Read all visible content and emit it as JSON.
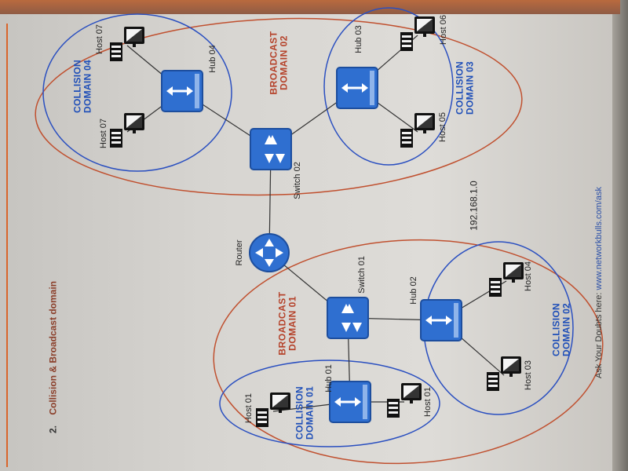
{
  "section": {
    "number": "2.",
    "title": "Collision & Broadcast domain"
  },
  "footer": {
    "prefix": "Ask Your Doubts here: ",
    "url": "www.networkbulls.com/ask"
  },
  "network": "192.168.1.0",
  "router": {
    "label": "Router"
  },
  "switches": [
    {
      "id": "switch-01",
      "label": "Switch 01"
    },
    {
      "id": "switch-02",
      "label": "Switch 02"
    }
  ],
  "hubs": [
    {
      "id": "hub-01",
      "label": "Hub 01"
    },
    {
      "id": "hub-02",
      "label": "Hub 02"
    },
    {
      "id": "hub-03",
      "label": "Hub 03"
    },
    {
      "id": "hub-04",
      "label": "Hub 04"
    }
  ],
  "hosts": [
    {
      "id": "host-01-a",
      "label": "Host 01"
    },
    {
      "id": "host-01-b",
      "label": "Host 01"
    },
    {
      "id": "host-03",
      "label": "Host 03"
    },
    {
      "id": "host-04",
      "label": "Host 04"
    },
    {
      "id": "host-05",
      "label": "Host 05"
    },
    {
      "id": "host-06",
      "label": "Host 06"
    },
    {
      "id": "host-07-a",
      "label": "Host 07"
    },
    {
      "id": "host-07-b",
      "label": "Host 07"
    }
  ],
  "broadcast_domains": [
    {
      "id": "bd-01",
      "label_line1": "BROADCAST",
      "label_line2": "DOMAIN 01"
    },
    {
      "id": "bd-02",
      "label_line1": "BROADCAST",
      "label_line2": "DOMAIN 02"
    }
  ],
  "collision_domains": [
    {
      "id": "cd-01",
      "label_line1": "COLLISION",
      "label_line2": "DOMAIN 01"
    },
    {
      "id": "cd-02",
      "label_line1": "COLLISION",
      "label_line2": "DOMAIN 02"
    },
    {
      "id": "cd-03",
      "label_line1": "COLLISION",
      "label_line2": "DOMAIN 03"
    },
    {
      "id": "cd-04",
      "label_line1": "COLLISION",
      "label_line2": "DOMAIN 04"
    }
  ],
  "colors": {
    "broadcast_outline": "#c0502f",
    "collision_outline": "#2a4fc0",
    "device_blue": "#2f6fd0",
    "cable": "#333333"
  }
}
